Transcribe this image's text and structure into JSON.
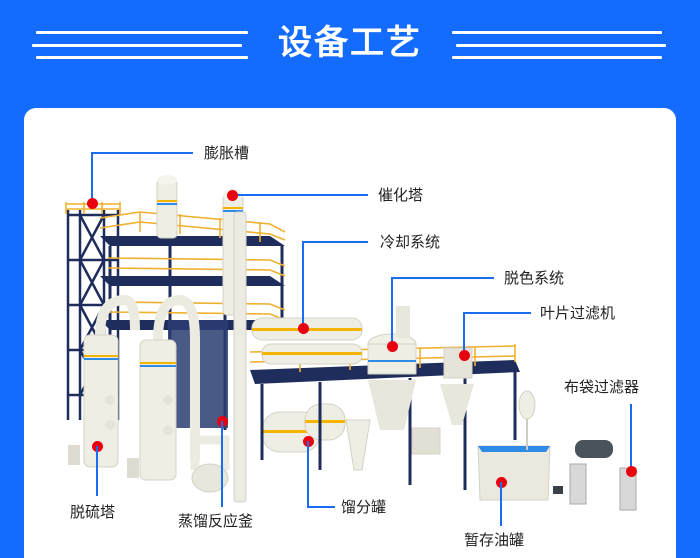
{
  "header": {
    "title": "设备工艺",
    "colors": {
      "background": "#146cff",
      "text": "#ffffff"
    }
  },
  "diagram": {
    "colors": {
      "leader_line": "#1a6df0",
      "marker": "#e8000e",
      "steel_frame": "#1f2d5c",
      "railing": "#f0b030",
      "vessel": "#efeee4",
      "stripe_blue": "#2f8be6",
      "stripe_yellow": "#f5b400"
    },
    "labels": [
      {
        "id": "expansion_tank",
        "text": "膨胀槽"
      },
      {
        "id": "catalytic_tower",
        "text": "催化塔"
      },
      {
        "id": "cooling_system",
        "text": "冷却系统"
      },
      {
        "id": "decolorization_system",
        "text": "脱色系统"
      },
      {
        "id": "leaf_filter",
        "text": "叶片过滤机"
      },
      {
        "id": "bag_filter",
        "text": "布袋过滤器"
      },
      {
        "id": "desulfurization_tower",
        "text": "脱硫塔"
      },
      {
        "id": "distillation_reactor",
        "text": "蒸馏反应釜"
      },
      {
        "id": "distillate_tank",
        "text": "馏分罐"
      },
      {
        "id": "temporary_oil_tank",
        "text": "暂存油罐"
      }
    ]
  }
}
